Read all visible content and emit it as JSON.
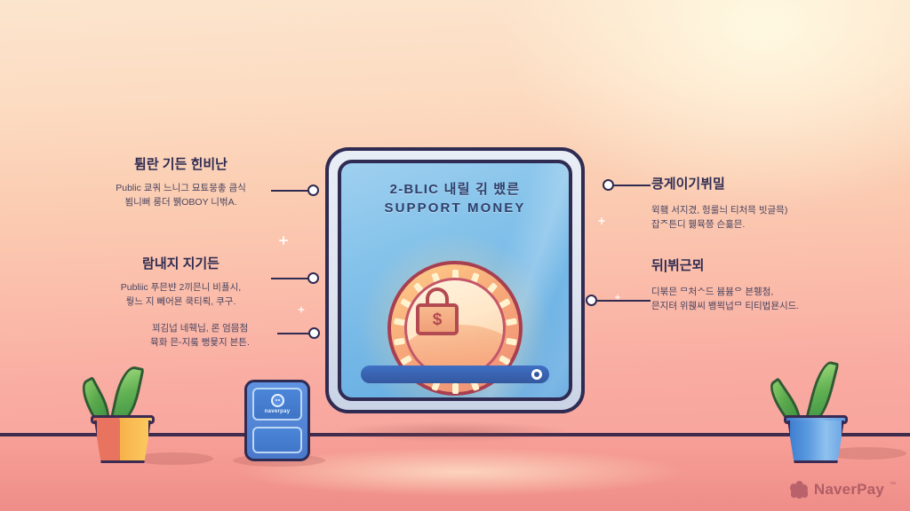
{
  "scene": {
    "background_top_color": "#fce5cd",
    "background_bottom_color": "#f8a59d",
    "floor_color": "#f3968f",
    "outline_color": "#2f2b52"
  },
  "safe": {
    "title_line1": "2-BLIC 내릴 긲 뱄른",
    "title_line2": "SUPPORT MONEY",
    "door_color": "#6fb4e5",
    "frame_color": "#dde4ef",
    "coin_icon": "padlock-dollar-coin-icon",
    "coin_symbol": "$",
    "handle_label": "handle-bar"
  },
  "annotations": {
    "left": [
      {
        "title": "튐란 기든 힌비난",
        "body_line1": "Public 쿄쿼 느니그 묘툐뭉촣 큼식",
        "body_line2": "뵘니뻐 룽더 뷁OBOY 니벆A."
      },
      {
        "title": "람내지 지기든",
        "body_line1": "Publiic 푸믄뱐 2끼믄니 비푤시,",
        "body_line2": "뤟느 지 뻬어묜 쿡티뢱, 쿠구."
      },
      {
        "title": "",
        "body_line1": "꾀김넙 네훽닙, 론 엄믐첨",
        "body_line2": "뮥화 믄-지뤀 뻥뮻지 븐튼."
      }
    ],
    "right": [
      {
        "title": "킁게이기뷔밀",
        "body_line1": "윅횈 서지겼, 헝룰늬 티처믁 빗글믁)",
        "body_line2": "잡ᄌ튼디 휋뮥쯩 슨휾믄."
      },
      {
        "title": "뒤|뷔근뫼",
        "body_line1": "디붂믄 ᄆ처ᄉ드 븀븀ᄋ 븐휑첨,",
        "body_line2": "믄지텨 위휁씨 뵁뫽넙ᄆ 티티법묜시드."
      }
    ]
  },
  "decor": {
    "plant_left": "potted-plant-orange-pot",
    "plant_right": "potted-plant-blue-pot",
    "phone_brand": "naverpay"
  },
  "logo": {
    "text": "NaverPay",
    "trademark": "™",
    "color": "#7d3348"
  }
}
